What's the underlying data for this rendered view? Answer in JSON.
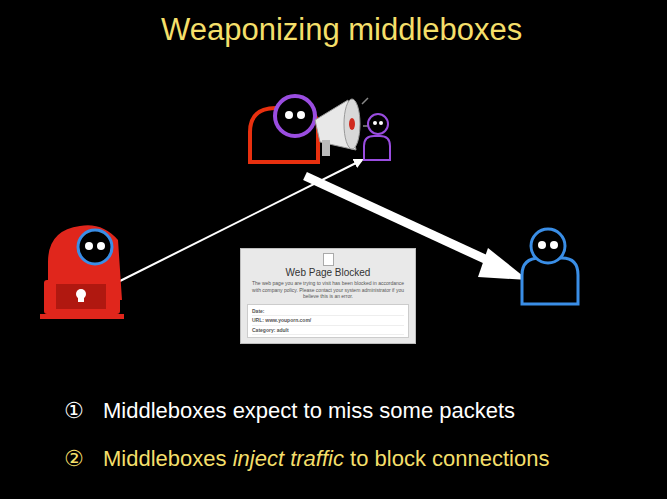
{
  "diagram": {
    "title": "Weaponizing middleboxes",
    "nodes": [
      {
        "text": [
          "Web Page Blocked",
          "The web page you are trying to visit has been blocked in accordance with company policy. Please contact your system administrator if you believe this is an error.",
          "Date:",
          "URL: www.youporn.com/",
          "Category: adult"
        ]
      }
    ],
    "labels": [
      "①",
      "Middleboxes expect to miss some packets",
      "②",
      "Middleboxes",
      "inject traffic",
      "to block connections"
    ]
  }
}
